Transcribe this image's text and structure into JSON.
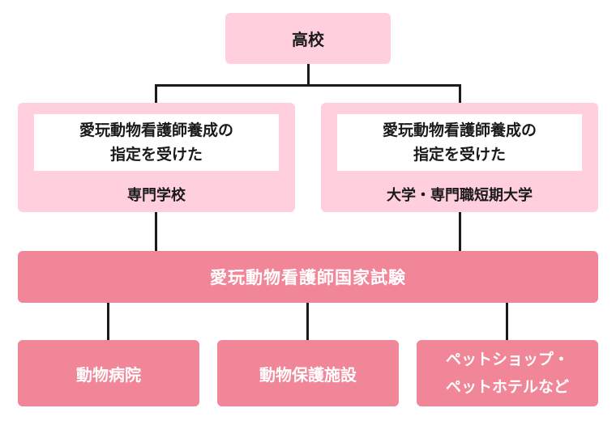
{
  "top": {
    "label": "高校"
  },
  "schools": [
    {
      "qualification_line1": "愛玩動物看護師養成の",
      "qualification_line2": "指定を受けた",
      "type": "専門学校"
    },
    {
      "qualification_line1": "愛玩動物看護師養成の",
      "qualification_line2": "指定を受けた",
      "type": "大学・専門職短期大学"
    }
  ],
  "exam": {
    "label": "愛玩動物看護師国家試験"
  },
  "careers": [
    {
      "lines": [
        "動物病院"
      ]
    },
    {
      "lines": [
        "動物保護施設"
      ]
    },
    {
      "lines": [
        "ペットショップ・",
        "ペットホテルなど"
      ]
    }
  ],
  "colors": {
    "light_pink": "#ffcfde",
    "strong_pink": "#f28699",
    "connector": "#1a1a1a"
  }
}
